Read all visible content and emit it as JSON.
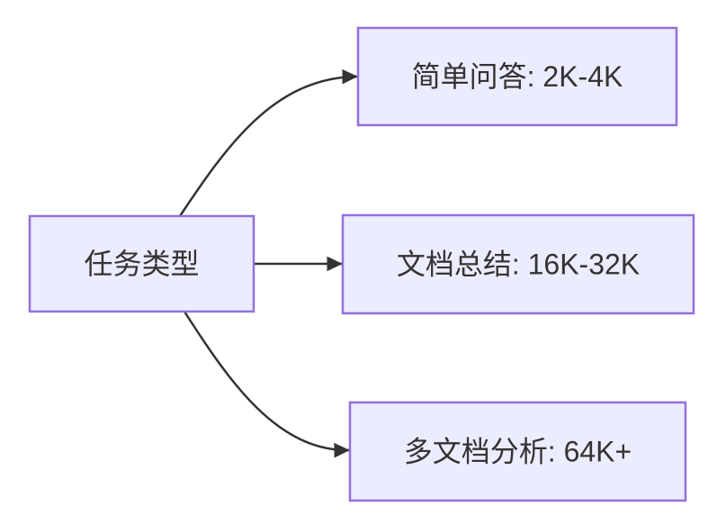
{
  "diagram": {
    "type": "flowchart",
    "direction": "left-to-right",
    "nodes": {
      "root": {
        "label": "任务类型"
      },
      "simple_qa": {
        "label": "简单问答: 2K-4K"
      },
      "doc_summary": {
        "label": "文档总结: 16K-32K"
      },
      "multi_doc": {
        "label": "多文档分析: 64K+"
      }
    },
    "edges": [
      {
        "from": "任务类型",
        "to": "简单问答: 2K-4K"
      },
      {
        "from": "任务类型",
        "to": "文档总结: 16K-32K"
      },
      {
        "from": "任务类型",
        "to": "多文档分析: 64K+"
      }
    ],
    "colors": {
      "node_fill": "#ECECFF",
      "node_border": "#9370DB",
      "edge": "#333333",
      "text": "#333333",
      "background": "#FFFFFF"
    }
  }
}
